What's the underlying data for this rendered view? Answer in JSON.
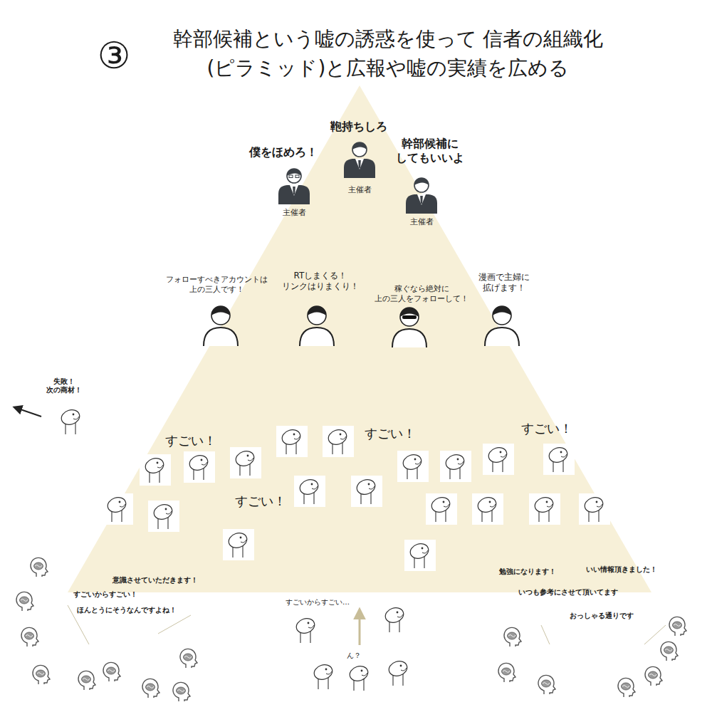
{
  "diagram": {
    "title": "幹部候補という嘘の誘惑を使って 信者の組織化(ピラミッド)と広報や嘘の実績を広める",
    "nodes": [
      {
        "text": [
          "鞄持ちしろ",
          "幹部候補に してもいいよ",
          "僕をほめろ！",
          "主催者",
          "主催者",
          "主催者",
          "フォローすべきアカウントは 上の三人です！",
          "RTしまくる！ リンクはりまくり！",
          "漫画で主婦に 拡げます！",
          "稼ぐなら絶対に 上の三人をフォローして！",
          "すごい！",
          "すごい！",
          "すごい！",
          "すごい！"
        ]
      }
    ],
    "labels": [
      "③",
      "失敗！ 次の商材！",
      "意識させていただきます！",
      "すごいからすごい！",
      "ほんとうにそうなんですよね！",
      "勉強になります！",
      "いい情報頂きました！",
      "いつも参考にさせて頂いてます",
      "おっしゃる通りです",
      "すごいからすごい…",
      "ん？"
    ]
  }
}
